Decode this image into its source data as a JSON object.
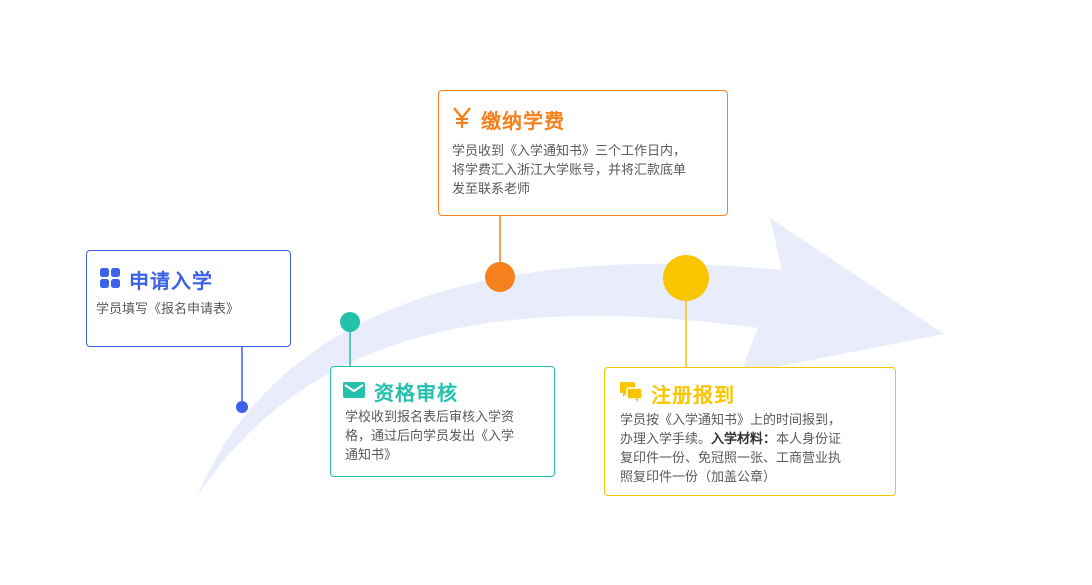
{
  "colors": {
    "arrow": "#e9edfb",
    "step1": "#3b62e8",
    "step2": "#24c1ad",
    "step3": "#f5811e",
    "step4": "#f7c600"
  },
  "steps": [
    {
      "id": "apply",
      "icon": "grid-icon",
      "title": "申请入学",
      "desc": "学员填写《报名申请表》"
    },
    {
      "id": "review",
      "icon": "mail-icon",
      "title": "资格审核",
      "desc_lines": [
        "学校收到报名表后审核入学资",
        "格，通过后向学员发出《入学",
        "通知书》"
      ]
    },
    {
      "id": "pay",
      "icon": "yen-icon",
      "title": "缴纳学费",
      "desc_lines": [
        "学员收到《入学通知书》三个工作日内，",
        "将学费汇入浙江大学账号，并将汇款底单",
        "发至联系老师"
      ]
    },
    {
      "id": "register",
      "icon": "chat-icon",
      "title": "注册报到",
      "line1": "学员按《入学通知书》上的时间报到，",
      "line2_plain": "办理入学手续。",
      "line2_bold": "入学材料：",
      "line2_tail": "本人身份证",
      "line3": "复印件一份、免冠照一张、工商营业执",
      "line4": "照复印件一份（加盖公章）"
    }
  ]
}
